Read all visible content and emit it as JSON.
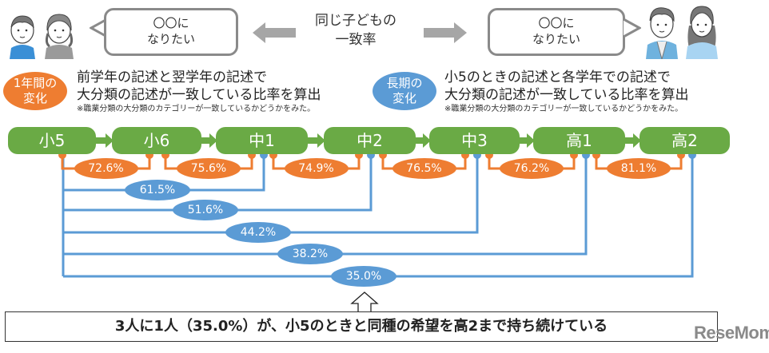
{
  "header": {
    "left_bubble": {
      "line1": "〇〇に",
      "line2": "なりたい"
    },
    "right_bubble": {
      "line1": "〇〇に",
      "line2": "なりたい"
    },
    "center_title": {
      "line1": "同じ子どもの",
      "line2": "一致率"
    },
    "left_figures": "elementary-school-children-illustration",
    "right_figures": "high-school-students-illustration"
  },
  "legend": [
    {
      "badge_line1": "1年間の",
      "badge_line2": "変化",
      "badge_color": "#ee7d31",
      "line1": "前学年の記述と翌学年の記述で",
      "line2": "大分類の記述が一致している比率を算出",
      "note": "※職業分類の大分類のカテゴリーが一致しているかどうかをみた。"
    },
    {
      "badge_line1": "長期の",
      "badge_line2": "変化",
      "badge_color": "#5b9bd5",
      "line1": "小5のときの記述と各学年での記述で",
      "line2": "大分類の記述が一致している比率を算出",
      "note": "※職業分類の大分類のカテゴリーが一致しているかどうかをみた。"
    }
  ],
  "colors": {
    "stage": "#6aaa45",
    "annual": "#ee7d31",
    "long_term": "#5b9bd5"
  },
  "chart_data": {
    "type": "flow",
    "stages": [
      "小5",
      "小6",
      "中1",
      "中2",
      "中3",
      "高1",
      "高2"
    ],
    "annual_change": {
      "label": "1年間の変化",
      "pairs": [
        {
          "from": "小5",
          "to": "小6",
          "value": "72.6%"
        },
        {
          "from": "小6",
          "to": "中1",
          "value": "75.6%"
        },
        {
          "from": "中1",
          "to": "中2",
          "value": "74.9%"
        },
        {
          "from": "中2",
          "to": "中3",
          "value": "76.5%"
        },
        {
          "from": "中3",
          "to": "高1",
          "value": "76.2%"
        },
        {
          "from": "高1",
          "to": "高2",
          "value": "81.1%"
        }
      ]
    },
    "long_term_change": {
      "label": "長期の変化",
      "pairs": [
        {
          "from": "小5",
          "to": "中1",
          "value": "61.5%"
        },
        {
          "from": "小5",
          "to": "中2",
          "value": "51.6%"
        },
        {
          "from": "小5",
          "to": "中3",
          "value": "44.2%"
        },
        {
          "from": "小5",
          "to": "高1",
          "value": "38.2%"
        },
        {
          "from": "小5",
          "to": "高2",
          "value": "35.0%"
        }
      ]
    }
  },
  "summary": "3人に1人（35.0%）が、小5のときと同種の希望を高2まで持ち続けている",
  "watermark": "ReseMom"
}
